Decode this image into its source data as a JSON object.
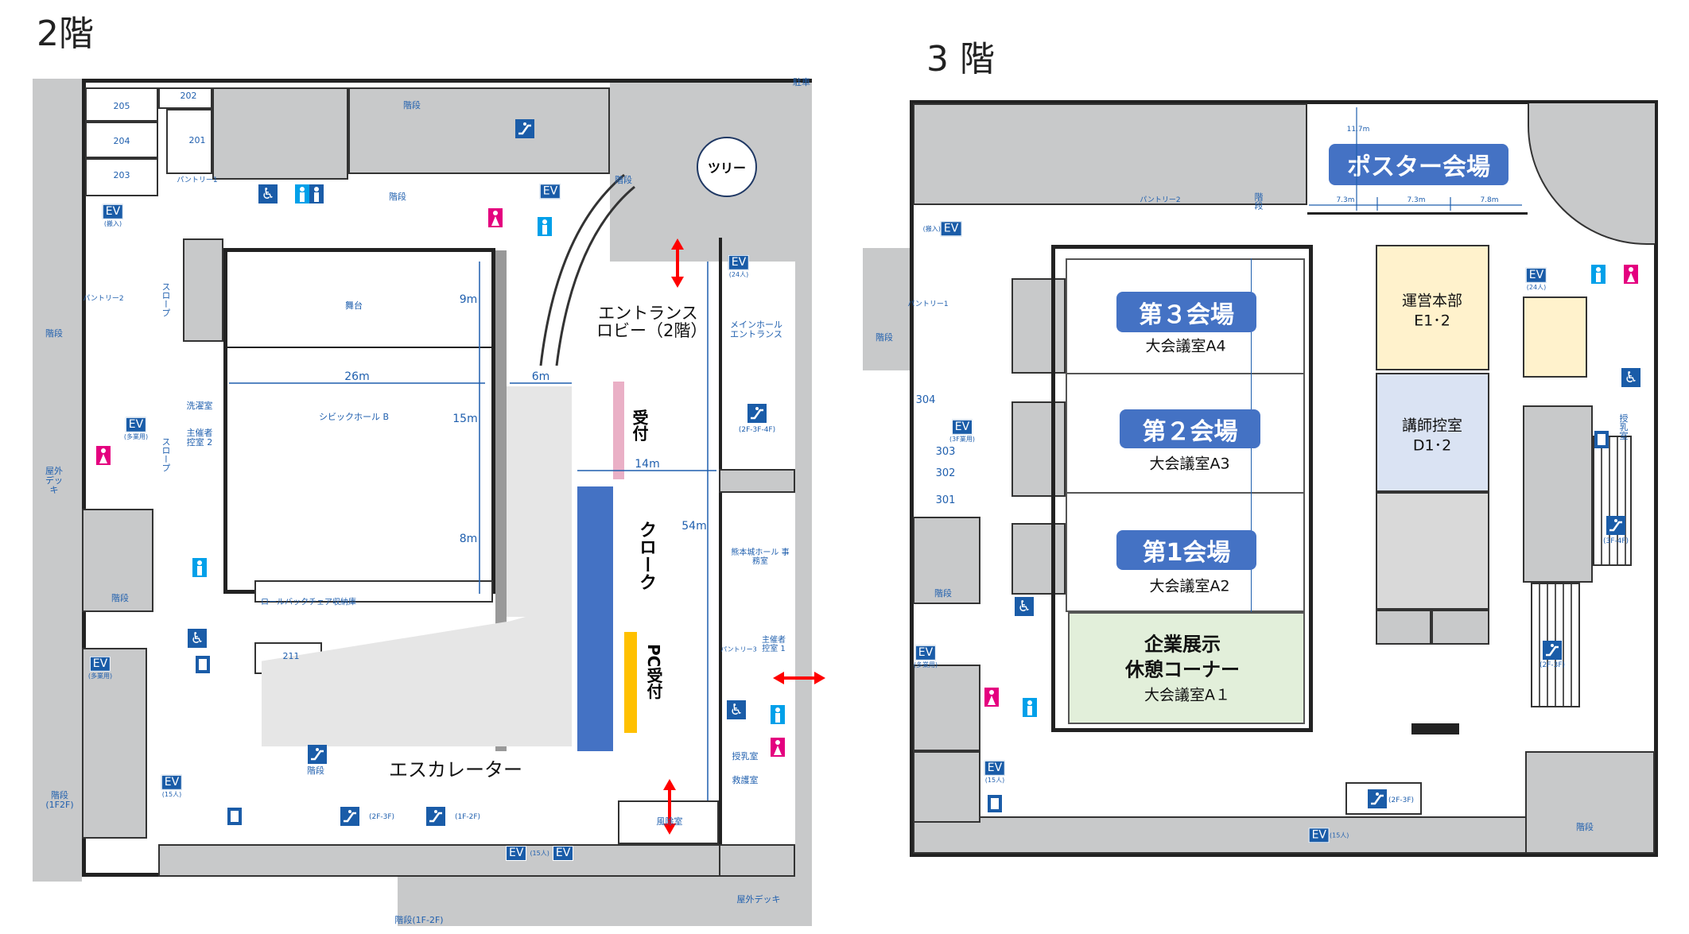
{
  "colors": {
    "accent_blue": "#4472c4",
    "cloak_blue": "#4472c4",
    "reception_pink": "#eab0c6",
    "pc_yellow": "#ffc000",
    "hq_yellow": "#fff2cc",
    "speaker_blue": "#dae3f3",
    "exhibit_green": "#e2efda",
    "arrow_red": "#ff0000",
    "sign_blue": "#1a5ca8"
  },
  "ev": "EV",
  "floor2": {
    "title": "2階",
    "rooms": {
      "r205": "205",
      "r204": "204",
      "r203": "203",
      "r202": "202",
      "r201": "201",
      "r211": "211",
      "pantry1": "パントリー1",
      "pantry2": "パントリー2",
      "pantry3": "パントリー3",
      "tree": "ツリー",
      "stage": "舞台",
      "civic_hall": "シビックホール B",
      "main_hall_entrance": "メインホール エントランス",
      "entrance_lobby": "エントランス ロビー（2階）",
      "laundry": "洗濯室",
      "organizer2": "主催者 控室 2",
      "organizer1": "主催者 控室 1",
      "chair_storage": "ロールバックチェア収納庫",
      "castle_hall_office": "熊本城ホール 事務室",
      "nursing": "授乳室",
      "first_aid": "救護室",
      "windbreak": "風除室",
      "outdoor_deck_left": "屋外 デッキ",
      "outdoor_deck_bottom": "屋外デッキ",
      "parking": "駐車",
      "slope_a": "スロープ",
      "slope_b": "スロープ"
    },
    "stairs": {
      "s1": "階段",
      "s2": "階段",
      "s3": "階段",
      "s4": "階段",
      "s5": "階段",
      "s6": "階段",
      "s7": "階段(1F2F)",
      "s8": "階段(1F-2F)"
    },
    "ev_subs": {
      "cargo": "(搬入)",
      "people24": "(24人)",
      "staff_a": "(多業用)",
      "staff_b": "(多業用)",
      "people15_a": "(15人)",
      "people15_b": "(15人)"
    },
    "escalators": {
      "e1": "(2F-3F-4F)",
      "e2": "(2F-3F)",
      "e3": "(1F-2F)"
    },
    "reception": "受付",
    "cloak": "クローク",
    "pc_reception": "PC受付",
    "escalator_label": "エスカレーター",
    "dims": {
      "w26": "26m",
      "w6": "6m",
      "w14": "14m",
      "h54": "54m",
      "h9": "9m",
      "h15": "15m",
      "h8": "8m"
    }
  },
  "floor3": {
    "title": "3 階",
    "poster": "ポスター会場",
    "dims": {
      "h117": "11.7m",
      "w73a": "7.3m",
      "w73b": "7.3m",
      "w78": "7.8m"
    },
    "halls": [
      {
        "badge": "第３会場",
        "room": "大会議室A4"
      },
      {
        "badge": "第２会場",
        "room": "大会議室A3"
      },
      {
        "badge": "第1会場",
        "room": "大会議室A2"
      }
    ],
    "exhibit": {
      "line1": "企業展示",
      "line2": "休憩コーナー",
      "room": "大会議室A１"
    },
    "hq": {
      "name": "運営本部",
      "code": "E1･2"
    },
    "speaker": {
      "name": "講師控室",
      "code": "D1･2"
    },
    "rooms": {
      "r304": "304",
      "r303": "303",
      "r302": "302",
      "r301": "301",
      "pantry1": "パントリー1",
      "pantry2": "パントリー2",
      "nursing": "授乳室"
    },
    "stairs": {
      "s1": "階段",
      "s2": "階段",
      "s3": "階段",
      "s4": "階段"
    },
    "ev_subs": {
      "cargo": "(搬入)",
      "staff_a": "(3F業用)",
      "staff_b": "(多業用)",
      "people15_a": "(15人)",
      "people15_b": "(15人)",
      "people24": "(24人)"
    },
    "escalators": {
      "e1": "(3F-4F)",
      "e2": "(2F-3F)",
      "e3": "(2F-3F)"
    }
  }
}
